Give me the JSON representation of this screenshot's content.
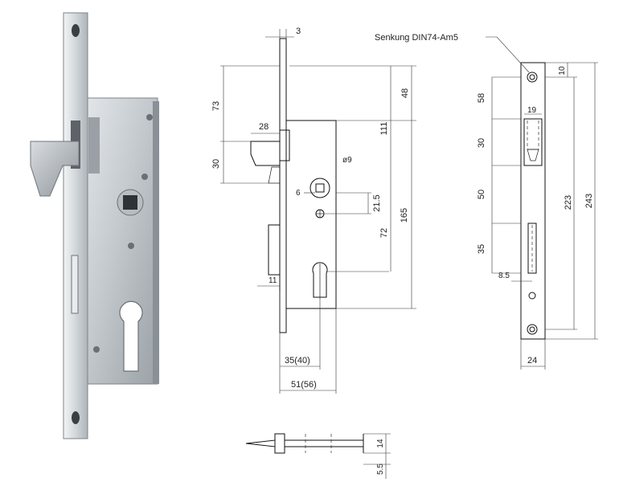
{
  "photo": {
    "alt": ""
  },
  "front_view": {
    "labels": {
      "thickness": "3",
      "top_to_bolt": "73",
      "bolt_height": "30",
      "bolt_throw": "28",
      "hole_dia": "ø9",
      "spindle": "6",
      "follower_offset": "21.5",
      "top_to_follower": "111",
      "top_to_case": "48",
      "case_height": "165",
      "follower_to_cyl": "72",
      "latch_width": "11",
      "backset_small": "35(40)",
      "backset_large": "51(56)"
    }
  },
  "side_view": {
    "labels": {
      "note": "Senkung DIN74-Am5",
      "hole_to_slot": "58",
      "top_offset": "10",
      "inner_width": "19",
      "slot_1": "30",
      "gap": "50",
      "slot_2": "35",
      "bottom_offset": "8.5",
      "hole_spacing": "223",
      "total_length": "243",
      "plate_width": "24"
    }
  },
  "bottom_view": {
    "labels": {
      "height": "14",
      "offset": "5.5"
    }
  }
}
